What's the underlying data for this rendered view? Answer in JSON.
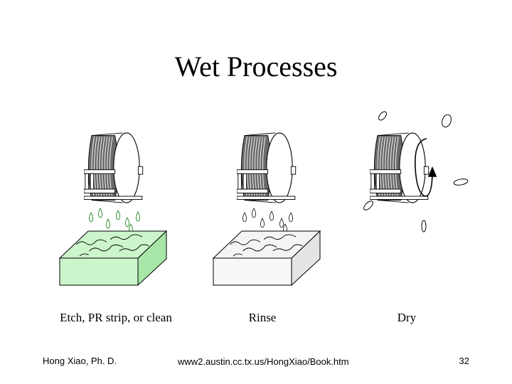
{
  "slide": {
    "title": "Wet Processes",
    "captions": {
      "etch": "Etch, PR strip, or clean",
      "rinse": "Rinse",
      "dry": "Dry"
    },
    "footer": {
      "author": "Hong Xiao, Ph. D.",
      "url": "www2.austin.cc.tx.us/HongXiao/Book.htm",
      "page": "32"
    }
  },
  "colors": {
    "etch_bath": "#ccf5cc",
    "etch_bath_side": "#a8e6a8",
    "etch_drop": "#2e8b2e",
    "rinse_bath": "#f4f4f4",
    "line": "#000000"
  }
}
